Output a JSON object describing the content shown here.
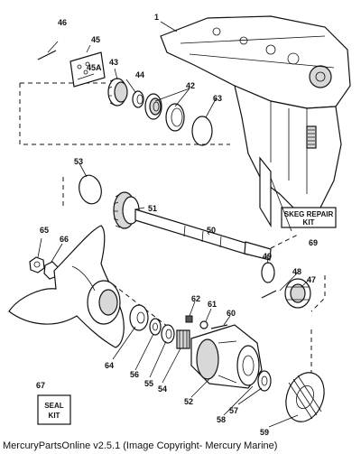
{
  "callouts": {
    "n1": "1",
    "n42": "42",
    "n43": "43",
    "n44": "44",
    "n45": "45",
    "n45a": "45A",
    "n46": "46",
    "n47": "47",
    "n48": "48",
    "n49": "49",
    "n50": "50",
    "n51": "51",
    "n52": "52",
    "n53": "53",
    "n54": "54",
    "n55": "55",
    "n56": "56",
    "n57": "57",
    "n58": "58",
    "n59": "59",
    "n60": "60",
    "n61": "61",
    "n62": "62",
    "n63": "63",
    "n64": "64",
    "n65": "65",
    "n66": "66",
    "n67": "67",
    "n69": "69"
  },
  "skeg_kit": {
    "line1": "SKEG REPAIR",
    "line2": "KIT"
  },
  "seal_kit": {
    "line1": "SEAL",
    "line2": "KIT"
  },
  "caption": "MercuryPartsOnline v2.5.1 (Image Copyright- Mercury Marine)"
}
